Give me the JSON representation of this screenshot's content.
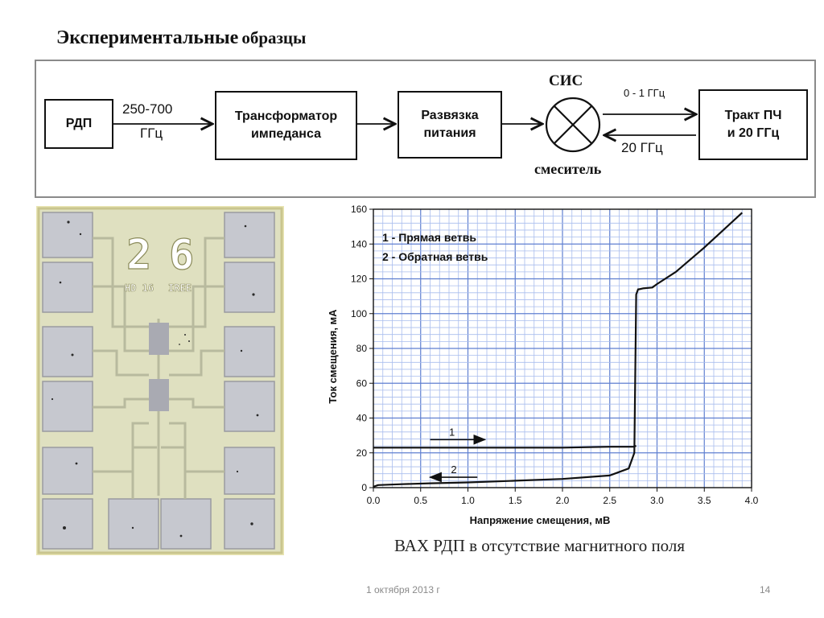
{
  "slide": {
    "title_bold": "Экспериментальные",
    "title_rest": "образцы",
    "caption": "ВАХ РДП в отсутствие магнитного поля",
    "date": "1 октября 2013 г",
    "page_number": "14"
  },
  "diagram": {
    "block_rdp": "РДП",
    "freq_in_line1": "250-700",
    "freq_in_line2": "ГГц",
    "block_transformer_line1": "Трансформатор",
    "block_transformer_line2": "импеданса",
    "block_bias_line1": "Развязка",
    "block_bias_line2": "питания",
    "mixer_top": "СИС",
    "mixer_bottom": "смеситель",
    "if_freq": "0 - 1 ГГц",
    "lo_freq": "20 ГГц",
    "block_if_line1": "Тракт ПЧ",
    "block_if_line2": "и 20 ГГц"
  },
  "chip": {
    "label_left": "2",
    "label_right": "6",
    "sub_left": "HD 16",
    "sub_right": "IREE"
  },
  "chart_data": {
    "type": "line",
    "title": "",
    "xlabel": "Напряжение смещения, мВ",
    "ylabel": "Ток смещения, мА",
    "xlim": [
      0,
      4.0
    ],
    "ylim": [
      0,
      160
    ],
    "xticks": [
      "0.0",
      "0.5",
      "1.0",
      "1.5",
      "2.0",
      "2.5",
      "3.0",
      "3.5",
      "4.0"
    ],
    "yticks": [
      "0",
      "20",
      "40",
      "60",
      "80",
      "100",
      "120",
      "140",
      "160"
    ],
    "grid": true,
    "legend_lines": [
      "1 - Прямая ветвь",
      "2 - Обратная ветвь"
    ],
    "legend_placement": "top-left",
    "branch_labels": [
      "1",
      "2"
    ],
    "series": [
      {
        "x": [
          0.0,
          0.05,
          0.3,
          0.6,
          1.0,
          1.5,
          2.0,
          2.5,
          2.7,
          2.76,
          2.78,
          2.8,
          2.81,
          2.85,
          2.95,
          3.0,
          3.2,
          3.5,
          3.9
        ],
        "y": [
          0.5,
          1.5,
          2,
          2.5,
          3,
          4,
          5,
          7,
          11,
          20,
          111,
          114,
          114,
          114.5,
          115,
          117,
          124,
          138,
          158
        ]
      },
      {
        "x": [
          0.0,
          0.5,
          1.0,
          1.5,
          2.0,
          2.5,
          2.75,
          2.78
        ],
        "y": [
          23,
          23,
          23,
          23,
          23,
          23.5,
          23.5,
          24
        ]
      }
    ]
  }
}
